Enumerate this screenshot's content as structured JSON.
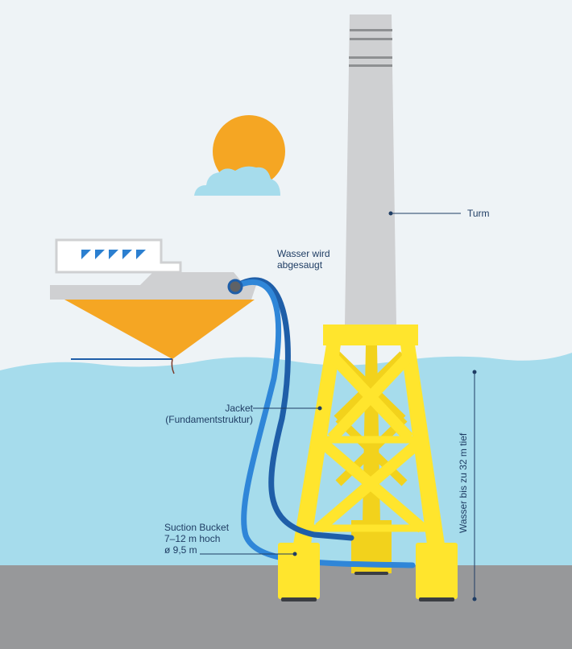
{
  "colors": {
    "sky": "#eef3f6",
    "water": "#a6dcec",
    "seabed": "#97989a",
    "tower": "#cfd0d2",
    "tower_band": "#8e9092",
    "sun": "#f5a623",
    "cloud": "#a6dcec",
    "ship_hull": "#f5a623",
    "ship_deck": "#cfd0d2",
    "ship_cabin": "#ffffff",
    "window": "#2b7fd0",
    "hose_dark": "#1f5ea8",
    "hose_light": "#2f86d8",
    "jacket": "#ffe52d",
    "jacket_shade": "#f2d21c",
    "leader": "#1f3d64"
  },
  "labels": {
    "turm": "Turm",
    "wasser_line1": "Wasser wird",
    "wasser_line2": "abgesaugt",
    "jacket_line1": "Jacket",
    "jacket_line2": "(Fundamentstruktur)",
    "bucket_line1": "Suction Bucket",
    "bucket_line2": "7–12 m hoch",
    "bucket_line3": "ø 9,5 m",
    "depth": "Wasser bis zu 32 m tief"
  },
  "icons": [
    "sun-icon",
    "cloud-icon"
  ]
}
